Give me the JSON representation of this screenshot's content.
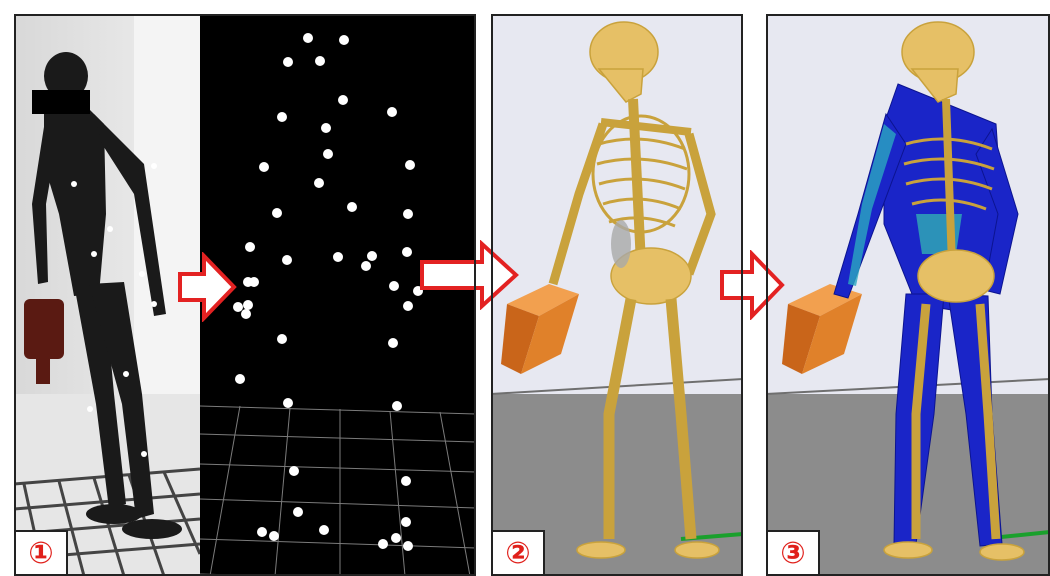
{
  "steps": [
    {
      "label": "①"
    },
    {
      "label": "②"
    },
    {
      "label": "③"
    }
  ],
  "colors": {
    "arrow": "#e32222",
    "label": "#e0201b",
    "bone": "#d9b24f",
    "muscle": "#1a25c8",
    "box": "#d9761e",
    "marker": "#ffffff"
  },
  "panels": [
    "motion-capture-photo",
    "marker-point-cloud",
    "skeleton-model",
    "musculoskeletal-model"
  ]
}
